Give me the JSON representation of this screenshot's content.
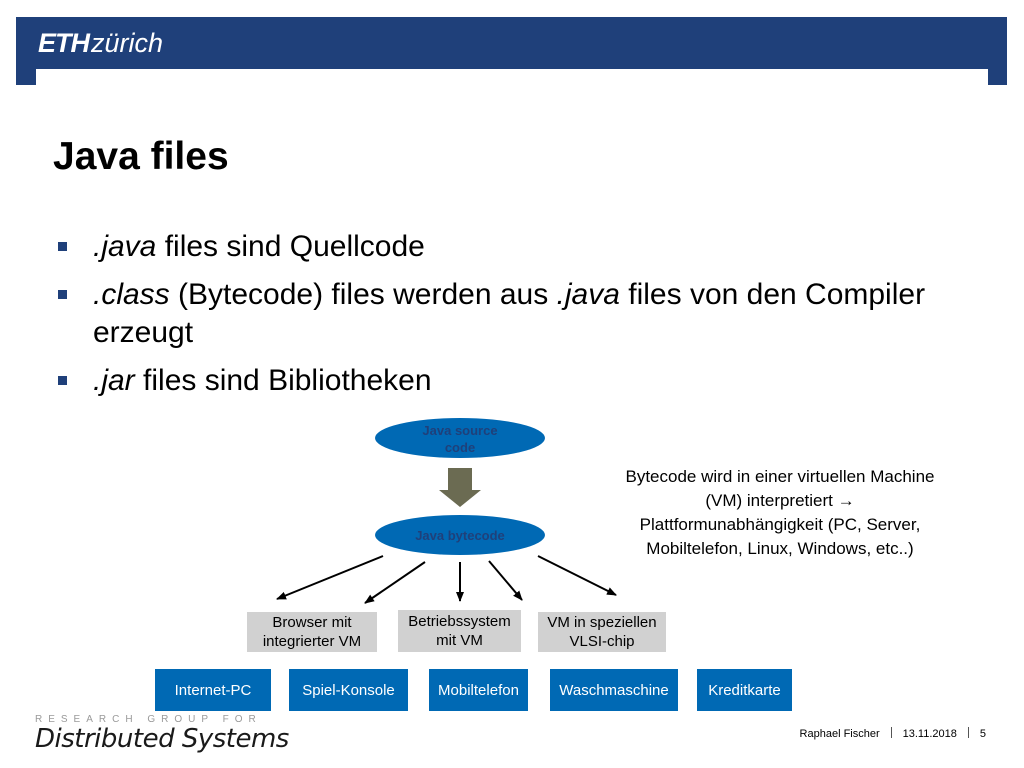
{
  "header": {
    "logo_eth": "ETH",
    "logo_zurich": "zürich"
  },
  "slide": {
    "title": "Java files",
    "bullets": [
      {
        "italic": ".java",
        "rest": " files sind Quellcode"
      },
      {
        "italic": ".class",
        "rest": " (Bytecode) files werden aus ",
        "italic2": ".java",
        "rest2": " files von den Compiler erzeugt"
      },
      {
        "italic": ".jar",
        "rest": " files sind Bibliotheken"
      }
    ]
  },
  "diagram": {
    "source_line1": "Java source",
    "source_line2": "code",
    "bytecode": "Java bytecode",
    "targets": [
      {
        "line1": "Browser mit",
        "line2": "integrierter VM"
      },
      {
        "line1": "Betriebssystem",
        "line2": "mit VM"
      },
      {
        "line1": "VM in speziellen",
        "line2": "VLSI-chip"
      }
    ],
    "devices": [
      "Internet-PC",
      "Spiel-Konsole",
      "Mobiltelefon",
      "Waschmaschine",
      "Kreditkarte"
    ],
    "note_line1": "Bytecode wird in einer virtuellen Machine",
    "note_line2": "(VM) interpretiert",
    "note_arrow": "→",
    "note_line3": "Plattformunabhängigkeit (PC, Server,",
    "note_line4": "Mobiltelefon, Linux, Windows, etc..)"
  },
  "footer": {
    "group": "RESEARCH GROUP FOR",
    "name": "Distributed Systems",
    "author": "Raphael Fischer",
    "date": "13.11.2018",
    "page": "5"
  },
  "colors": {
    "eth_blue": "#1f407a",
    "box_blue": "#0069b4",
    "box_grey": "#d1d1d1",
    "arrow_grey": "#6b6b52"
  }
}
